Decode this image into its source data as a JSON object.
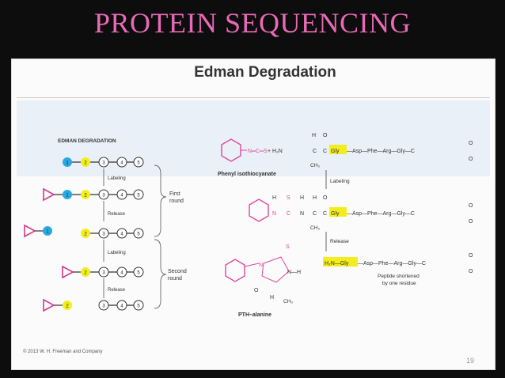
{
  "slide": {
    "title": "PROTEIN SEQUENCING",
    "page_number": "19"
  },
  "figure": {
    "title": "Edman Degradation",
    "copyright": "© 2013 W. H. Freeman and Company",
    "left_label": "EDMAN DEGRADATION",
    "labeling": "Labeling",
    "release": "Release",
    "first_round": [
      "First",
      "round"
    ],
    "second_round": [
      "Second",
      "round"
    ],
    "residues": [
      "1",
      "2",
      "3",
      "4",
      "5"
    ],
    "chem": {
      "h": "H",
      "o": "O",
      "s": "S",
      "n": "N",
      "c": "C",
      "ch3": "CH₃",
      "ncs": "N═C═S",
      "plus_h2n": "+ H₂N",
      "gly": "Gly",
      "tail": "—Asp—Phe—Arg—Gly—C",
      "phenyl_isothiocyanate": "Phenyl isothiocyanate",
      "labeling": "Labeling",
      "release": "Release",
      "h2n_gly": "H₂N—Gly",
      "peptide_shortened": [
        "Peptide shortened",
        "by one residue"
      ],
      "pth_alanine": "PTH–alanine",
      "nh": "N—H"
    },
    "colors": {
      "blue": "#29a9e1",
      "yellow": "#f3ed1e",
      "pink": "#e0469b",
      "magenta": "#d13b8a",
      "title": "#e86ab6"
    }
  }
}
